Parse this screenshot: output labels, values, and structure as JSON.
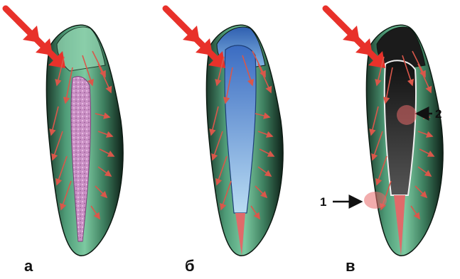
{
  "panels": [
    {
      "label": "а",
      "filling": "pink-granular",
      "crown": "natural"
    },
    {
      "label": "б",
      "filling": "blue-post",
      "crown": "blue"
    },
    {
      "label": "в",
      "filling": "dark-post",
      "crown": "dark"
    }
  ],
  "callouts": [
    {
      "label": "1"
    },
    {
      "label": "2"
    }
  ],
  "colors": {
    "force_arrow": "#e8312a",
    "stress_arrow": "#d9574a",
    "tooth_green": "#5fae86",
    "tooth_dark": "#14261c",
    "pulp_pink": "#c98fc4",
    "post_blue": "#6fa6dc",
    "post_dark": "#2a2a2a",
    "canal_red": "#e06a6a"
  }
}
